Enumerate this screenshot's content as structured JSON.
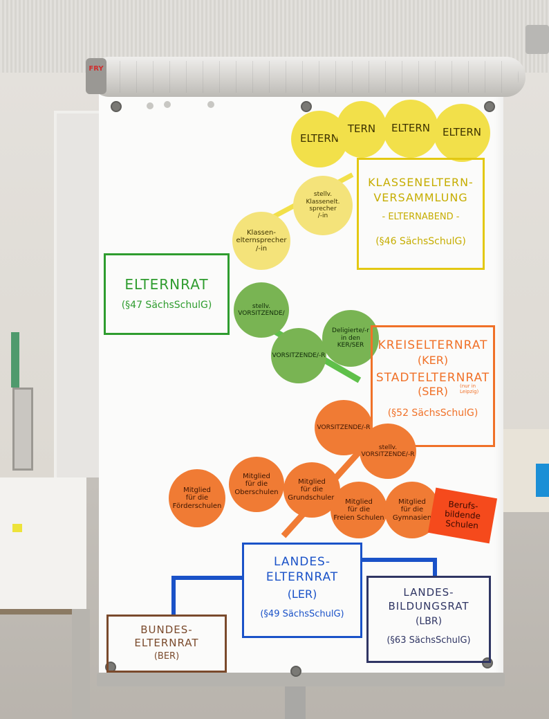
{
  "yellow_group": {
    "circle_labels": [
      "ELTERN",
      "TERN",
      "ELTERN",
      "ELTERN"
    ],
    "assembly_box": {
      "title": "KLASSENELTERN-\nVERSAMMLUNG",
      "subtitle": "- ELTERNABEND -",
      "law": "(§46 SächsSchulG)"
    },
    "class_rep": "Klassen-\nelternsprecher\n/-in",
    "deputy_class_rep": "stellv.\nKlassenelt.\nsprecher\n/-in"
  },
  "green_group": {
    "box_title": "ELTERNRAT",
    "box_law": "(§47 SächsSchulG)",
    "deputy_chair": "stellv.\nVORSITZENDE/",
    "chair": "VORSITZENDE/-R",
    "delegate": "Deligierte/-r\nin den\nKER/SER"
  },
  "orange_group": {
    "ker_title": "KREISELTERNRAT",
    "ker_abbr": "(KER)",
    "ser_title": "STADTELTERNRAT",
    "ser_abbr": "(SER)",
    "ser_note": "(nur in\nLeipzig)",
    "law": "(§52 SächsSchulG)",
    "chair": "VORSITZENDE/-R",
    "deputy_chair": "stellv.\nVORSITZENDE/-R",
    "members": [
      "Mitglied\nfür die\nFörderschulen",
      "Mitglied\nfür die\nOberschulen",
      "Mitglied\nfür die\nGrundschulen",
      "Mitglied\nfür die\nFreien Schulen",
      "Mitglied\nfür die\nGymnasien"
    ],
    "vocational_note": "Berufs-\nbildende\nSchulen"
  },
  "blue_group": {
    "ler_title": "LANDES-\nELTERNRAT",
    "ler_abbr": "(LER)",
    "ler_law": "(§49 SächsSchulG)",
    "lbr_title": "LANDES-\nBILDUNGSRAT",
    "lbr_abbr": "(LBR)",
    "lbr_law": "(§63 SächsSchulG)"
  },
  "brown_group": {
    "ber_title": "BUNDES-\nELTERNRAT",
    "ber_abbr": "(BER)"
  },
  "flipchart": {
    "roll_label": "FRY"
  },
  "colors": {
    "yellow": "#e3c812",
    "green": "#2e9c2e",
    "orange": "#f07128",
    "blue": "#1a52c8",
    "navy": "#2f3563",
    "brown": "#7a4a2c"
  }
}
